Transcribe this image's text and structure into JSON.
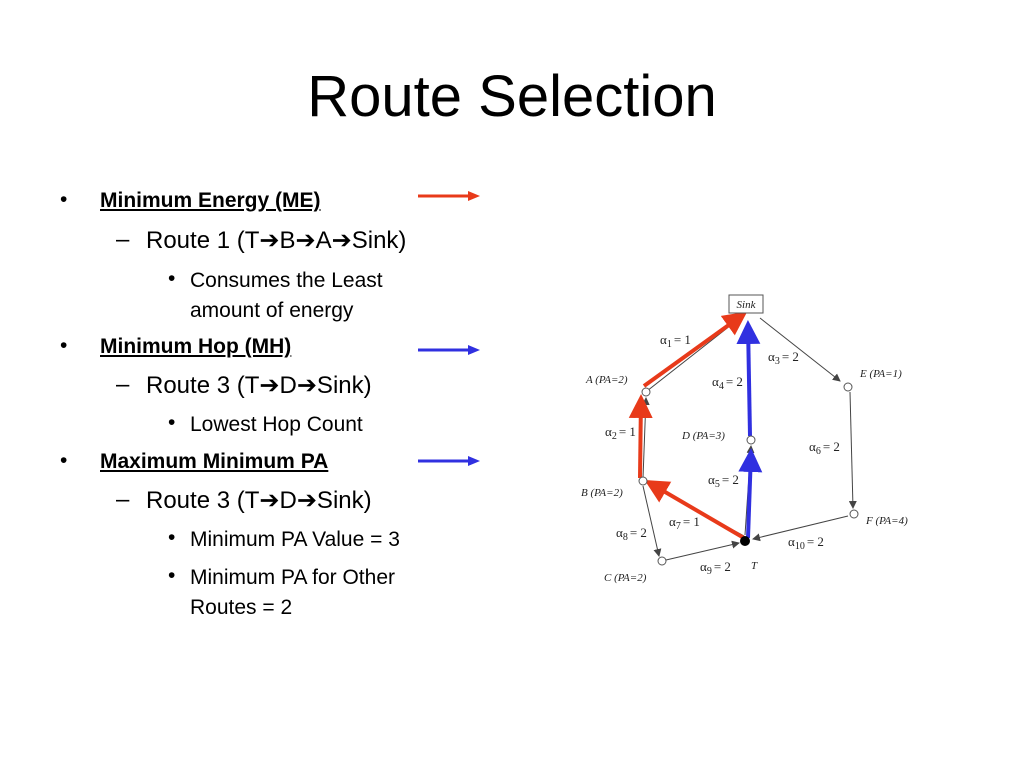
{
  "slide": {
    "title": "Route Selection"
  },
  "bullets": [
    {
      "heading": "Minimum Energy (ME)",
      "legend_color": "#e83a1a",
      "route": "Route 1 (T➔B➔A➔Sink)",
      "notes": [
        "Consumes the Least",
        "amount of energy"
      ]
    },
    {
      "heading": "Minimum Hop (MH)",
      "legend_color": "#3030e0",
      "route": "Route 3 (T➔D➔Sink)",
      "notes": [
        "Lowest Hop Count"
      ]
    },
    {
      "heading": "Maximum Minimum PA",
      "legend_color": "#3030e0",
      "route": "Route 3 (T➔D➔Sink)",
      "notes": [
        "Minimum PA Value = 3",
        "Minimum PA for Other",
        "Routes = 2"
      ]
    }
  ],
  "diagram": {
    "nodes": {
      "sink": "Sink",
      "a": "A (PA=2)",
      "b": "B (PA=2)",
      "c": "C (PA=2)",
      "d": "D (PA=3)",
      "e": "E (PA=1)",
      "f": "F (PA=4)",
      "t": "T"
    },
    "edges": {
      "a1": {
        "sym": "α",
        "sub": "1",
        "val": "= 1"
      },
      "a2": {
        "sym": "α",
        "sub": "2",
        "val": "= 1"
      },
      "a3": {
        "sym": "α",
        "sub": "3",
        "val": "= 2"
      },
      "a4": {
        "sym": "α",
        "sub": "4",
        "val": "= 2"
      },
      "a5": {
        "sym": "α",
        "sub": "5",
        "val": "= 2"
      },
      "a6": {
        "sym": "α",
        "sub": "6",
        "val": "= 2"
      },
      "a7": {
        "sym": "α",
        "sub": "7",
        "val": "= 1"
      },
      "a8": {
        "sym": "α",
        "sub": "8",
        "val": "= 2"
      },
      "a9": {
        "sym": "α",
        "sub": "9",
        "val": "= 2"
      },
      "a10": {
        "sym": "α",
        "sub": "10",
        "val": "= 2"
      }
    },
    "colors": {
      "route_me": "#e83a1a",
      "route_mh": "#3030e0",
      "edge": "#444444"
    }
  }
}
